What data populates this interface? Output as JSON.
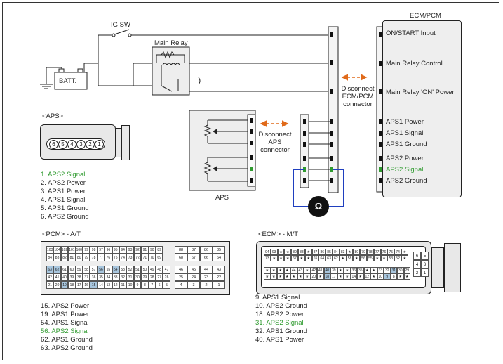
{
  "wiring": {
    "ig_sw": "IG SW",
    "main_relay": "Main Relay",
    "batt": "BATT.",
    "ecm_title": "ECM/PCM",
    "ecm_pins": [
      {
        "label": "ON/START Input",
        "green": false
      },
      {
        "label": "Main Relay Control",
        "green": false
      },
      {
        "label": "Main Relay 'ON' Power",
        "green": false
      },
      {
        "label": "APS1 Power",
        "green": false
      },
      {
        "label": "APS1 Signal",
        "green": false
      },
      {
        "label": "APS1 Ground",
        "green": false
      },
      {
        "label": "APS2 Power",
        "green": false
      },
      {
        "label": "APS2 Signal",
        "green": true
      },
      {
        "label": "APS2 Ground",
        "green": false
      }
    ],
    "disconnect_ecm": [
      "Disconnect",
      "ECM/PCM",
      "connector"
    ],
    "disconnect_aps": [
      "Disconnect",
      "APS",
      "connector"
    ],
    "aps_label": "APS",
    "meter_symbol": "Ω",
    "colors": {
      "arrow": "#e06a1a",
      "meter_loop": "#1f3fbf",
      "green": "#2e9a2e",
      "highlight": "#a8c6de"
    }
  },
  "aps_connector": {
    "title": "<APS>",
    "pins": [
      "6",
      "5",
      "4",
      "3",
      "2",
      "1"
    ],
    "legend": [
      {
        "text": "1. APS2 Signal",
        "green": true
      },
      {
        "text": "2. APS2 Power",
        "green": false
      },
      {
        "text": "3. APS1 Power",
        "green": false
      },
      {
        "text": "4. APS1 Signal",
        "green": false
      },
      {
        "text": "5. APS1 Ground",
        "green": false
      },
      {
        "text": "6. APS2 Ground",
        "green": false
      }
    ]
  },
  "pcm_connector": {
    "title": "<PCM> - A/T",
    "rows": [
      [
        "103",
        "104",
        "102",
        "101",
        "100",
        "99",
        "98",
        "97",
        "96",
        "95",
        "94",
        "93",
        "92",
        "91",
        "90",
        "89"
      ],
      [
        "84",
        "83",
        "82",
        "81",
        "80",
        "79",
        "78",
        "77",
        "76",
        "75",
        "74",
        "73",
        "72",
        "71",
        "70",
        "69"
      ],
      [
        "63",
        "62",
        "61",
        "60",
        "59",
        "58",
        "57",
        "56",
        "55",
        "54",
        "53",
        "52",
        "51",
        "50",
        "49",
        "48",
        "47"
      ],
      [
        "42",
        "41",
        "40",
        "39",
        "38",
        "37",
        "36",
        "35",
        "34",
        "33",
        "32",
        "31",
        "30",
        "29",
        "28",
        "27",
        "26"
      ],
      [
        "21",
        "20",
        "19",
        "18",
        "17",
        "16",
        "15",
        "14",
        "13",
        "12",
        "11",
        "10",
        "9",
        "8",
        "7",
        "6",
        "5"
      ]
    ],
    "right_rows": [
      [
        "88",
        "87",
        "86",
        "85"
      ],
      [
        "68",
        "67",
        "66",
        "64"
      ],
      [
        "46",
        "45",
        "44",
        "43"
      ],
      [
        "25",
        "24",
        "23",
        "22"
      ],
      [
        "4",
        "3",
        "2",
        "1"
      ]
    ],
    "highlighted": [
      "63",
      "62",
      "56",
      "54",
      "19",
      "15"
    ],
    "legend": [
      {
        "text": "15. APS2 Power",
        "green": false
      },
      {
        "text": "19. APS1 Power",
        "green": false
      },
      {
        "text": "54. APS1 Signal",
        "green": false
      },
      {
        "text": "56. APS2 Signal",
        "green": true
      },
      {
        "text": "62. APS1 Ground",
        "green": false
      },
      {
        "text": "63. APS2 Ground",
        "green": false
      }
    ]
  },
  "ecm_connector": {
    "title": "<ECM> - M/T",
    "top_rows": [
      [
        "94",
        "93",
        "★",
        "★",
        "89",
        "88",
        "★",
        "87",
        "86",
        "85",
        "84",
        "83",
        "★",
        "80",
        "79",
        "78",
        "77",
        "76",
        "75",
        "74",
        "★"
      ],
      [
        "73",
        "★",
        "★",
        "★",
        "67",
        "★",
        "★",
        "65",
        "64",
        "63",
        "62",
        "★",
        "58",
        "★",
        "56",
        "55",
        "★",
        "★",
        "53",
        "52",
        "★"
      ]
    ],
    "bottom_rows": [
      [
        "★",
        "★",
        "★",
        "★",
        "44",
        "43",
        "★",
        "42",
        "41",
        "40",
        "39",
        "★",
        "★",
        "36",
        "35",
        "★",
        "★",
        "33",
        "32",
        "31",
        "30",
        "29"
      ],
      [
        "★",
        "★",
        "★",
        "★",
        "★",
        "★",
        "★",
        "20",
        "★",
        "18",
        "17",
        "★",
        "★",
        "14",
        "★",
        "12",
        "★",
        "10",
        "9",
        "8",
        "★",
        "★"
      ]
    ],
    "side_pins": [
      "6",
      "5",
      "4",
      "3",
      "2",
      "1"
    ],
    "highlighted": [
      "40",
      "31",
      "18",
      "9"
    ],
    "legend": [
      {
        "text": "9. APS1 Signal",
        "green": false
      },
      {
        "text": "10. APS2 Ground",
        "green": false
      },
      {
        "text": "18. APS2 Power",
        "green": false
      },
      {
        "text": "31. APS2 Signal",
        "green": true
      },
      {
        "text": "32. APS1 Ground",
        "green": false
      },
      {
        "text": "40. APS1 Power",
        "green": false
      }
    ]
  }
}
